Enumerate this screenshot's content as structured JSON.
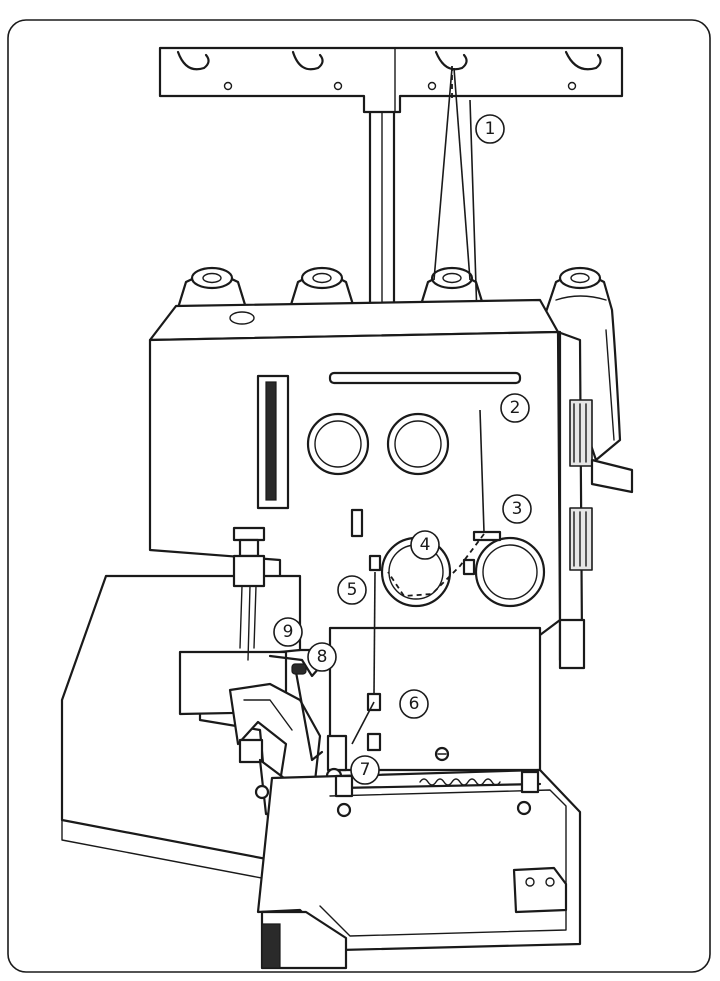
{
  "callouts": [
    {
      "id": 1,
      "label": "1"
    },
    {
      "id": 2,
      "label": "2"
    },
    {
      "id": 3,
      "label": "3"
    },
    {
      "id": 4,
      "label": "4"
    },
    {
      "id": 5,
      "label": "5"
    },
    {
      "id": 6,
      "label": "6"
    },
    {
      "id": 7,
      "label": "7"
    },
    {
      "id": 8,
      "label": "8"
    },
    {
      "id": 9,
      "label": "9"
    }
  ],
  "colors": {
    "line": "#1a1a1a",
    "shade": "#e6e6e6",
    "background": "#ffffff"
  }
}
